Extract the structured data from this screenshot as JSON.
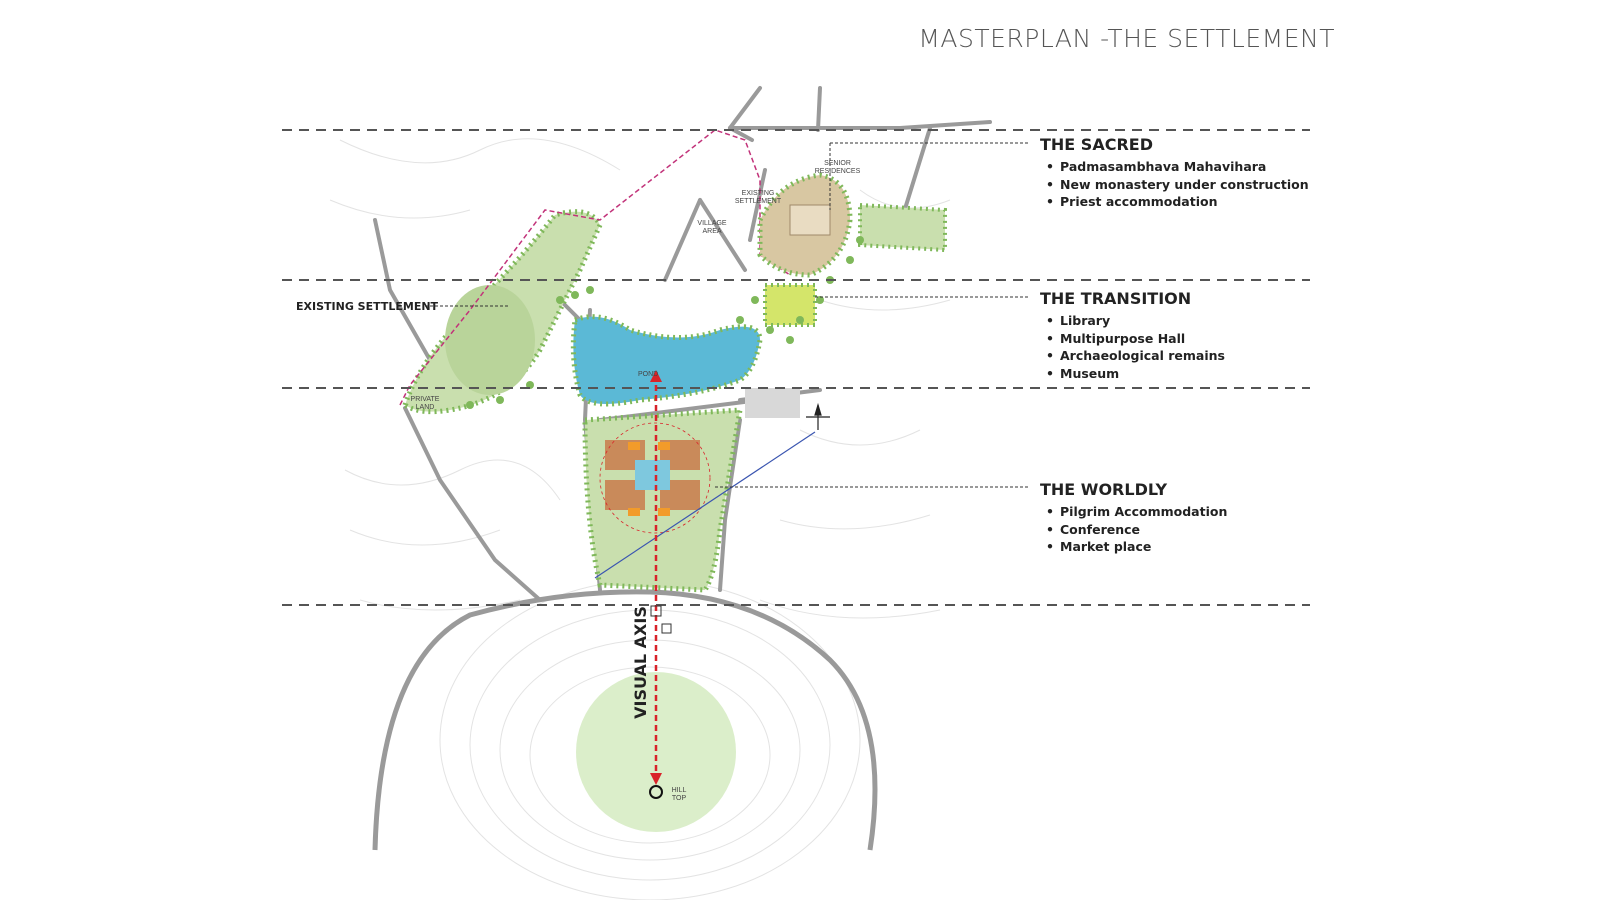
{
  "title": "MASTERPLAN -THE SETTLEMENT",
  "zones": [
    {
      "title": "THE SACRED",
      "items": [
        "Padmasambhava Mahavihara",
        "New monastery under construction",
        "Priest accommodation"
      ]
    },
    {
      "title": "THE TRANSITION",
      "items": [
        "Library",
        "Multipurpose Hall",
        "Archaeological remains",
        "Museum"
      ]
    },
    {
      "title": "THE WORLDLY",
      "items": [
        "Pilgrim Accommodation",
        "Conference",
        "Market place"
      ]
    }
  ],
  "labels": {
    "existing_settlement": "EXISTING SETTLEMENT",
    "visual_axis": "VISUAL AXIS",
    "pond": "POND",
    "hill_top": "HILL TOP",
    "existing_settlement_small": "EXISTING SETTLEMENT",
    "village_area": "VILLAGE AREA",
    "private_land": "PRIVATE LAND",
    "senior_residences": "SENIOR RESIDENCES"
  },
  "colors": {
    "road": "#9a9a9a",
    "green_area": "#c9dfae",
    "tree": "#7fb85a",
    "pond": "#5bb9d6",
    "hill": "#d7ecc4",
    "axis": "#d9232a",
    "boundary": "#c2337a",
    "building": "#c98a5a"
  }
}
